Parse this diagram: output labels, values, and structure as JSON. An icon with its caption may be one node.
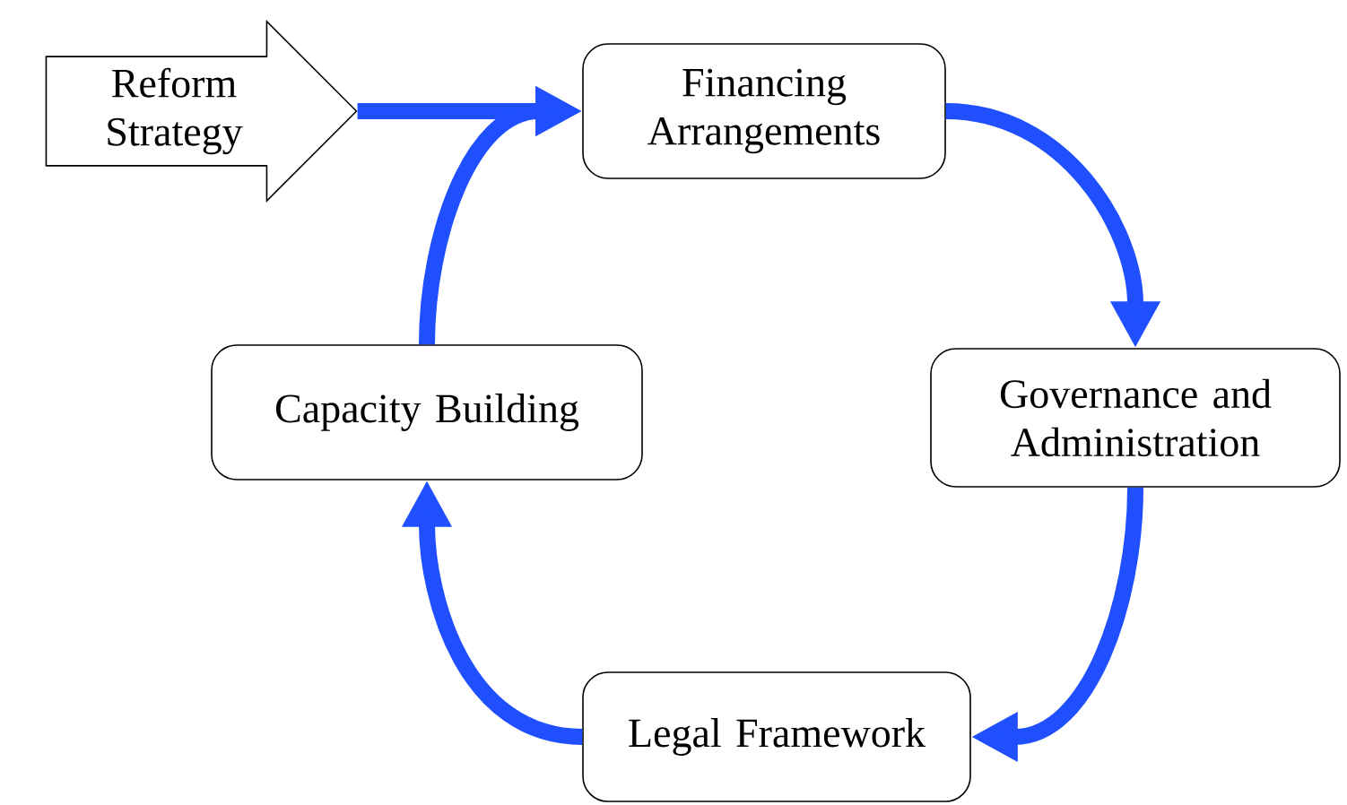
{
  "diagram": {
    "nodes": [
      {
        "text": [
          "Reform Strategy"
        ]
      },
      {
        "text": [
          "Financing Arrangements"
        ]
      },
      {
        "text": [
          "Governance and Administration"
        ]
      },
      {
        "text": [
          "Legal Framework"
        ]
      },
      {
        "text": [
          "Capacity Building"
        ]
      }
    ],
    "edges": [
      {
        "from": 0,
        "to": 1,
        "arrow": "to"
      },
      {
        "from": 1,
        "to": 2,
        "arrow": "to"
      },
      {
        "from": 2,
        "to": 3,
        "arrow": "to"
      },
      {
        "from": 3,
        "to": 4,
        "arrow": "to"
      },
      {
        "from": 4,
        "to": 1,
        "arrow": "to"
      }
    ]
  }
}
